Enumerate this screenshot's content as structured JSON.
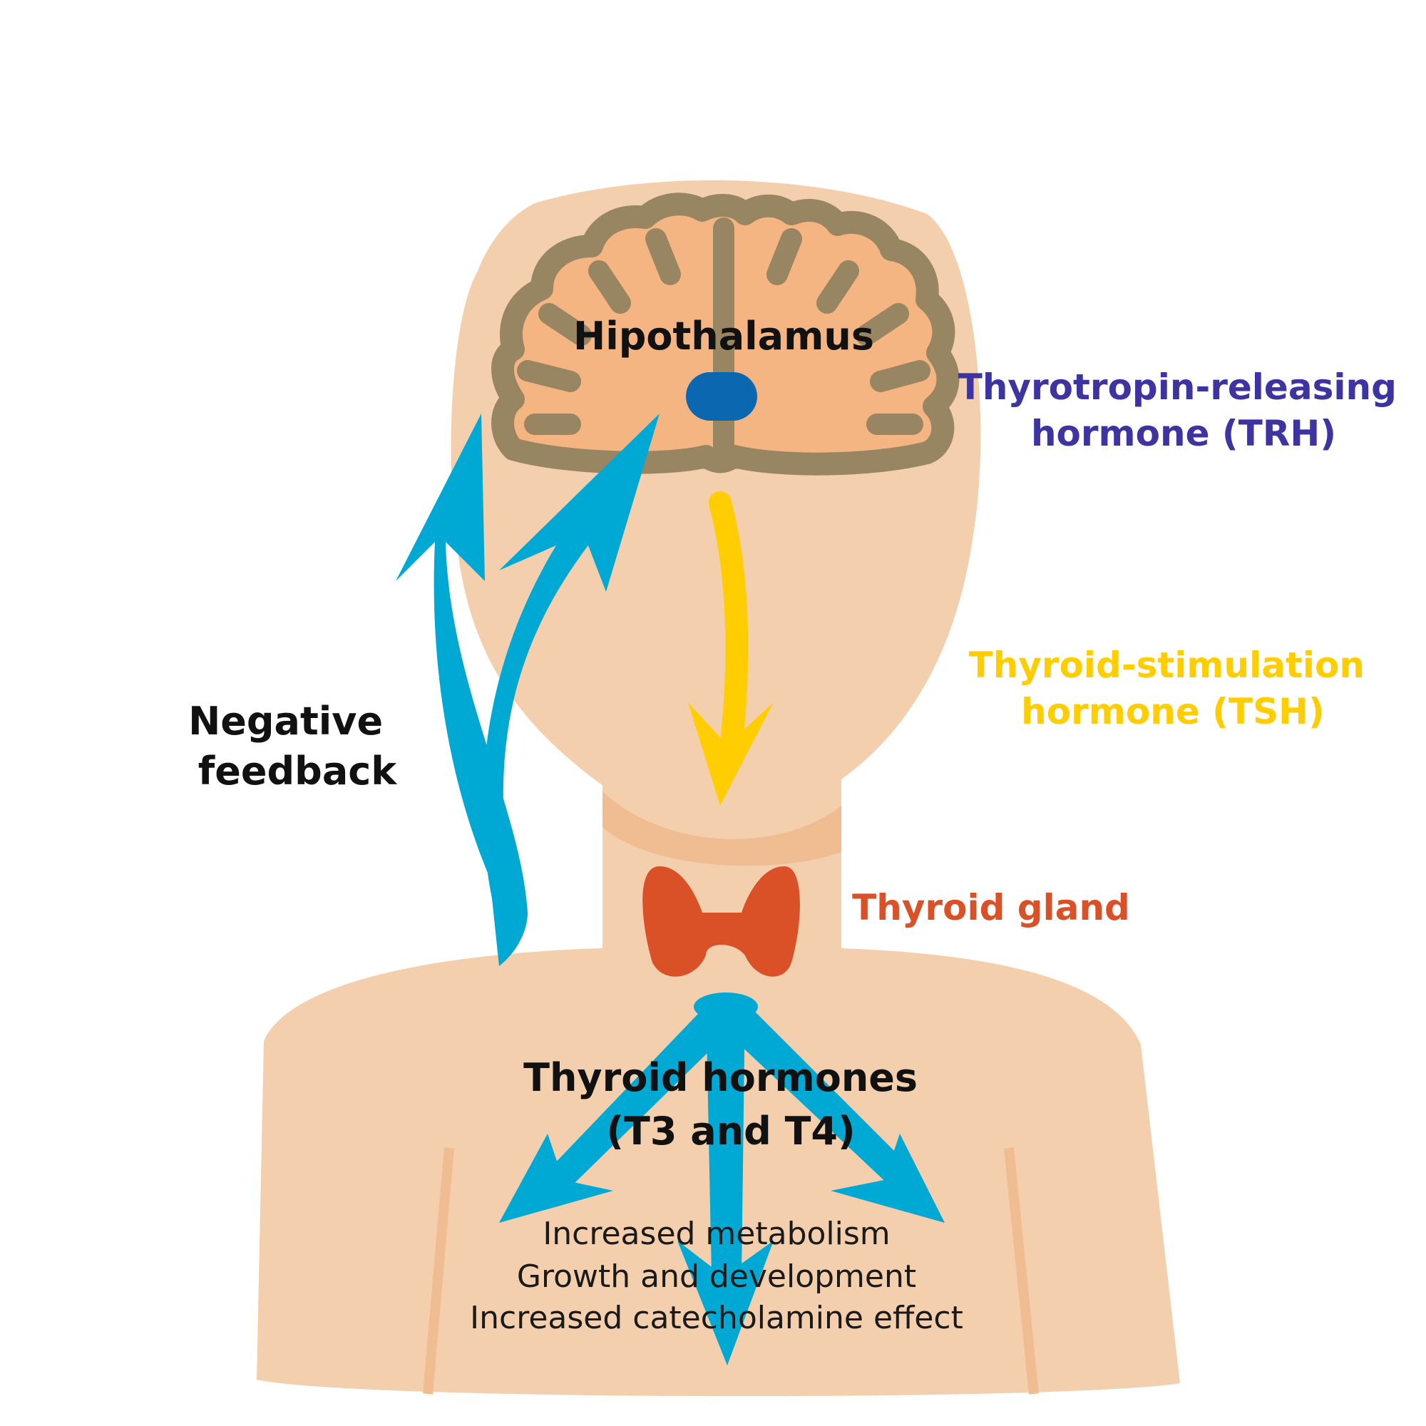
{
  "labels": {
    "hypothalamus": "Hipothalamus",
    "trh_line1": "Thyrotropin-releasing",
    "trh_line2": "hormone (TRH)",
    "tsh_line1": "Thyroid-stimulation",
    "tsh_line2": "hormone (TSH)",
    "thyroid_gland": "Thyroid gland",
    "feedback_line1": "Negative",
    "feedback_line2": "feedback",
    "hormones_line1": "Thyroid hormones",
    "hormones_line2": "(T3 and T4)"
  },
  "effects": [
    "Increased metabolism",
    "Growth and development",
    "Increased catecholamine effect"
  ],
  "colors": {
    "skin": "#f4cfae",
    "skin_shadow": "#f0bd92",
    "brain_outline": "#988663",
    "brain_fill": "#f4b583",
    "hypothalamus": "#0a67b0",
    "trh_text": "#3d33a1",
    "tsh": "#ffcd00",
    "thyroid": "#da5128",
    "feedback": "#00a8d4"
  }
}
